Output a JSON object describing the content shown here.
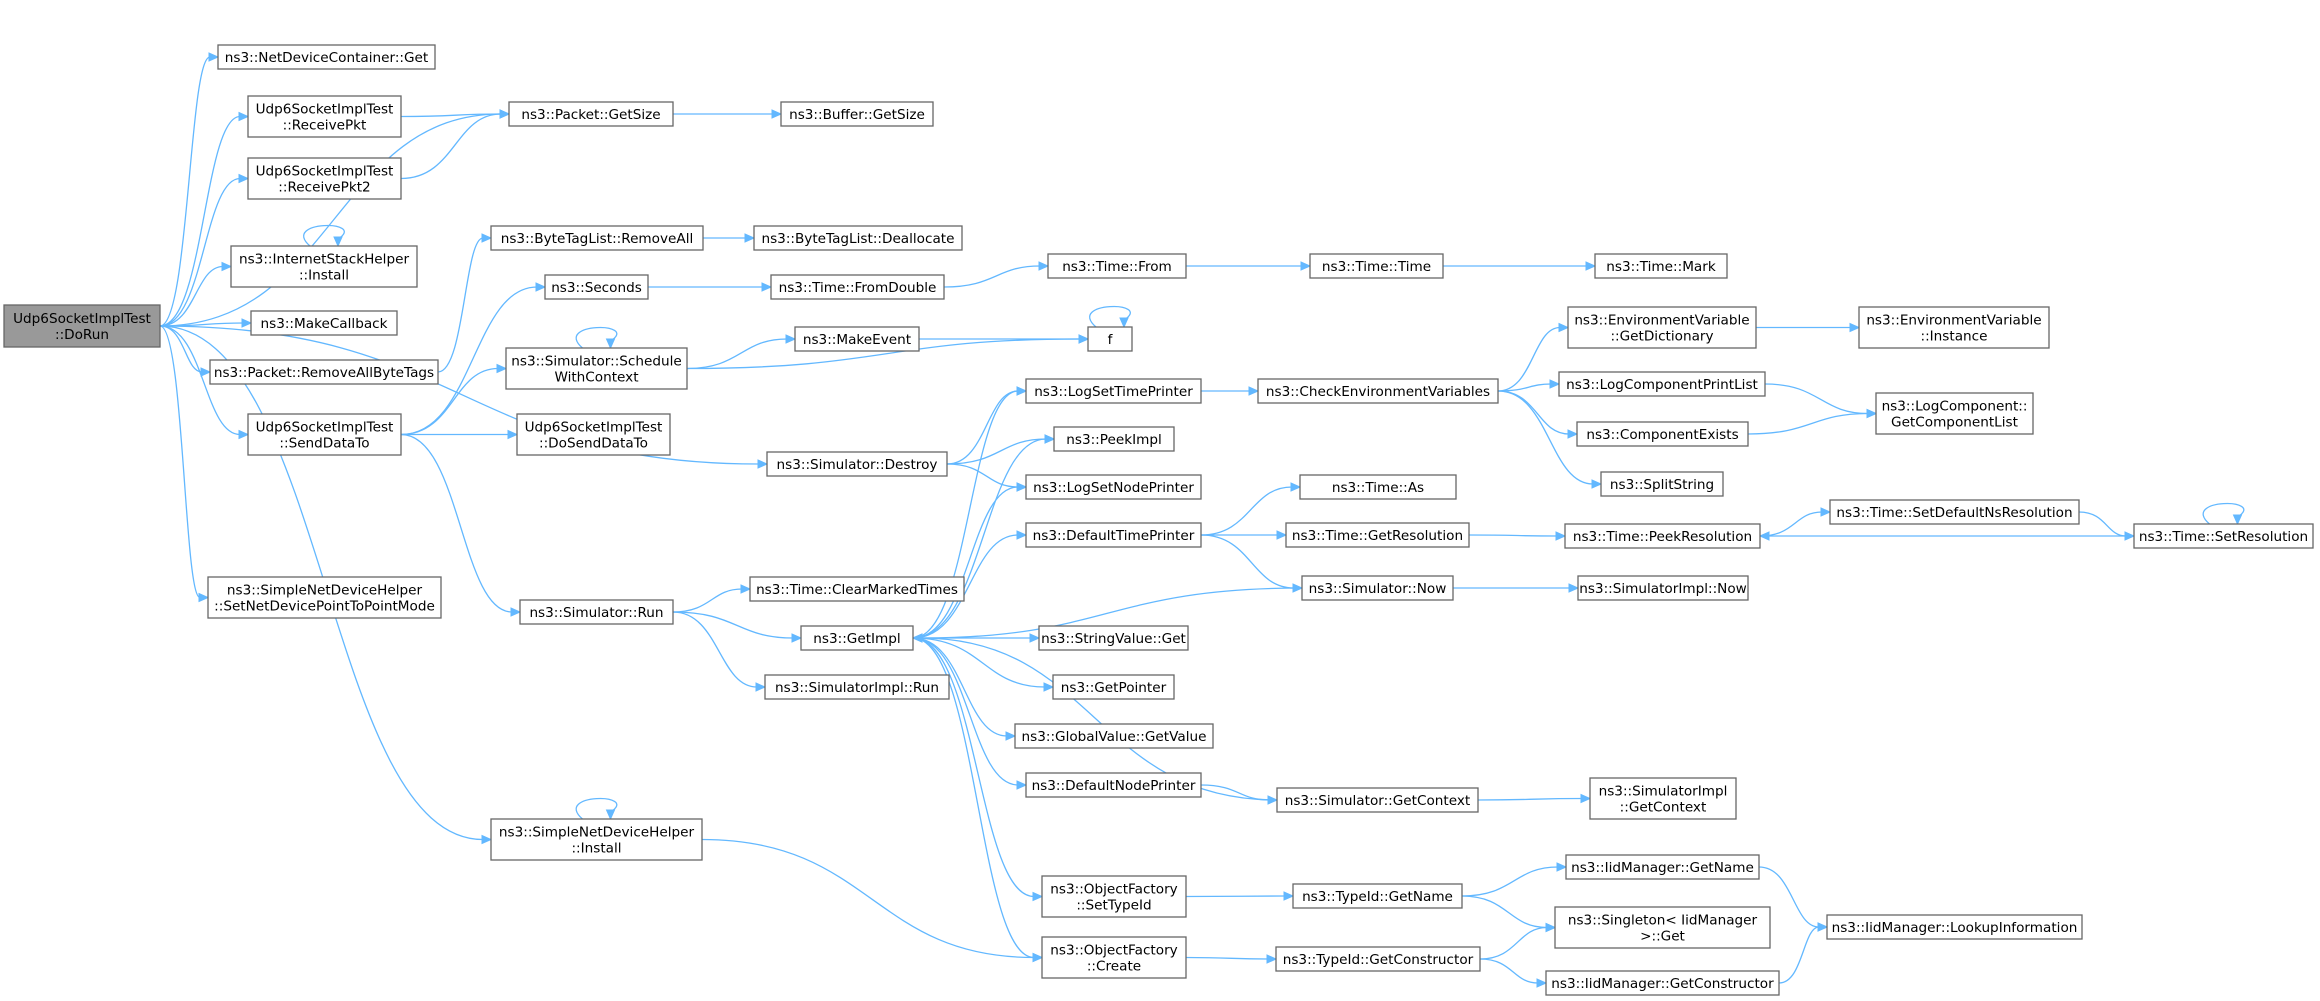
{
  "nodes": [
    {
      "id": "root",
      "lines": [
        "Udp6SocketImplTest",
        "::DoRun"
      ],
      "root": true
    },
    {
      "id": "ndc_get",
      "lines": [
        "ns3::NetDeviceContainer::Get"
      ]
    },
    {
      "id": "recvpkt",
      "lines": [
        "Udp6SocketImplTest",
        "::ReceivePkt"
      ]
    },
    {
      "id": "recvpkt2",
      "lines": [
        "Udp6SocketImplTest",
        "::ReceivePkt2"
      ]
    },
    {
      "id": "ish_install",
      "lines": [
        "ns3::InternetStackHelper",
        "::Install"
      ]
    },
    {
      "id": "makecb",
      "lines": [
        "ns3::MakeCallback"
      ]
    },
    {
      "id": "removeallbt",
      "lines": [
        "ns3::Packet::RemoveAllByteTags"
      ]
    },
    {
      "id": "senddatato",
      "lines": [
        "Udp6SocketImplTest",
        "::SendDataTo"
      ]
    },
    {
      "id": "sndh_setp2p",
      "lines": [
        "ns3::SimpleNetDeviceHelper",
        "::SetNetDevicePointToPointMode"
      ]
    },
    {
      "id": "pkt_getsize",
      "lines": [
        "ns3::Packet::GetSize"
      ]
    },
    {
      "id": "buf_getsize",
      "lines": [
        "ns3::Buffer::GetSize"
      ]
    },
    {
      "id": "btl_removeall",
      "lines": [
        "ns3::ByteTagList::RemoveAll"
      ]
    },
    {
      "id": "btl_dealloc",
      "lines": [
        "ns3::ByteTagList::Deallocate"
      ]
    },
    {
      "id": "seconds",
      "lines": [
        "ns3::Seconds"
      ]
    },
    {
      "id": "time_fromdouble",
      "lines": [
        "ns3::Time::FromDouble"
      ]
    },
    {
      "id": "time_from",
      "lines": [
        "ns3::Time::From"
      ]
    },
    {
      "id": "time_time",
      "lines": [
        "ns3::Time::Time"
      ]
    },
    {
      "id": "time_mark",
      "lines": [
        "ns3::Time::Mark"
      ]
    },
    {
      "id": "sim_swc",
      "lines": [
        "ns3::Simulator::Schedule",
        "WithContext"
      ]
    },
    {
      "id": "makeevent",
      "lines": [
        "ns3::MakeEvent"
      ]
    },
    {
      "id": "f",
      "lines": [
        "f"
      ]
    },
    {
      "id": "dosenddatato",
      "lines": [
        "Udp6SocketImplTest",
        "::DoSendDataTo"
      ]
    },
    {
      "id": "sim_destroy",
      "lines": [
        "ns3::Simulator::Destroy"
      ]
    },
    {
      "id": "sim_run",
      "lines": [
        "ns3::Simulator::Run"
      ]
    },
    {
      "id": "sndh_install",
      "lines": [
        "ns3::SimpleNetDeviceHelper",
        "::Install"
      ]
    },
    {
      "id": "logsettimeprinter",
      "lines": [
        "ns3::LogSetTimePrinter"
      ]
    },
    {
      "id": "peekimpl",
      "lines": [
        "ns3::PeekImpl"
      ]
    },
    {
      "id": "logsetnodeprinter",
      "lines": [
        "ns3::LogSetNodePrinter"
      ]
    },
    {
      "id": "defaulttimeprinter",
      "lines": [
        "ns3::DefaultTimePrinter"
      ]
    },
    {
      "id": "time_clearmarked",
      "lines": [
        "ns3::Time::ClearMarkedTimes"
      ]
    },
    {
      "id": "getimpl",
      "lines": [
        "ns3::GetImpl"
      ]
    },
    {
      "id": "simimpl_run",
      "lines": [
        "ns3::SimulatorImpl::Run"
      ]
    },
    {
      "id": "stringvalue_get",
      "lines": [
        "ns3::StringValue::Get"
      ]
    },
    {
      "id": "getpointer",
      "lines": [
        "ns3::GetPointer"
      ]
    },
    {
      "id": "globalvalue_getvalue",
      "lines": [
        "ns3::GlobalValue::GetValue"
      ]
    },
    {
      "id": "defaultnodeprinter",
      "lines": [
        "ns3::DefaultNodePrinter"
      ]
    },
    {
      "id": "of_settypeid",
      "lines": [
        "ns3::ObjectFactory",
        "::SetTypeId"
      ]
    },
    {
      "id": "of_create",
      "lines": [
        "ns3::ObjectFactory",
        "::Create"
      ]
    },
    {
      "id": "checkenv",
      "lines": [
        "ns3::CheckEnvironmentVariables"
      ]
    },
    {
      "id": "time_as",
      "lines": [
        "ns3::Time::As"
      ]
    },
    {
      "id": "time_getres",
      "lines": [
        "ns3::Time::GetResolution"
      ]
    },
    {
      "id": "sim_now",
      "lines": [
        "ns3::Simulator::Now"
      ]
    },
    {
      "id": "sim_getcontext",
      "lines": [
        "ns3::Simulator::GetContext"
      ]
    },
    {
      "id": "typeid_getname",
      "lines": [
        "ns3::TypeId::GetName"
      ]
    },
    {
      "id": "typeid_getctor",
      "lines": [
        "ns3::TypeId::GetConstructor"
      ]
    },
    {
      "id": "envvar_getdict",
      "lines": [
        "ns3::EnvironmentVariable",
        "::GetDictionary"
      ]
    },
    {
      "id": "logcompprintlist",
      "lines": [
        "ns3::LogComponentPrintList"
      ]
    },
    {
      "id": "compexists",
      "lines": [
        "ns3::ComponentExists"
      ]
    },
    {
      "id": "splitstring",
      "lines": [
        "ns3::SplitString"
      ]
    },
    {
      "id": "time_peekres",
      "lines": [
        "ns3::Time::PeekResolution"
      ]
    },
    {
      "id": "simimpl_now",
      "lines": [
        "ns3::SimulatorImpl::Now"
      ]
    },
    {
      "id": "simimpl_getcontext",
      "lines": [
        "ns3::SimulatorImpl",
        "::GetContext"
      ]
    },
    {
      "id": "iidm_getname",
      "lines": [
        "ns3::IidManager::GetName"
      ]
    },
    {
      "id": "singleton_get",
      "lines": [
        "ns3::Singleton< IidManager",
        " >::Get"
      ]
    },
    {
      "id": "iidm_getctor",
      "lines": [
        "ns3::IidManager::GetConstructor"
      ]
    },
    {
      "id": "envvar_instance",
      "lines": [
        "ns3::EnvironmentVariable",
        "::Instance"
      ]
    },
    {
      "id": "logcomp_getlist",
      "lines": [
        "ns3::LogComponent::",
        "GetComponentList"
      ]
    },
    {
      "id": "time_setdefaultns",
      "lines": [
        "ns3::Time::SetDefaultNsResolution"
      ]
    },
    {
      "id": "time_setres",
      "lines": [
        "ns3::Time::SetResolution"
      ]
    },
    {
      "id": "iidm_lookup",
      "lines": [
        "ns3::IidManager::LookupInformation"
      ]
    }
  ],
  "edges": [
    [
      "root",
      "ndc_get"
    ],
    [
      "root",
      "recvpkt"
    ],
    [
      "root",
      "recvpkt2"
    ],
    [
      "root",
      "ish_install"
    ],
    [
      "root",
      "makecb"
    ],
    [
      "root",
      "removeallbt"
    ],
    [
      "root",
      "senddatato"
    ],
    [
      "root",
      "sndh_setp2p"
    ],
    [
      "root",
      "pkt_getsize"
    ],
    [
      "root",
      "sim_destroy"
    ],
    [
      "root",
      "sndh_install"
    ],
    [
      "recvpkt",
      "pkt_getsize"
    ],
    [
      "recvpkt2",
      "pkt_getsize"
    ],
    [
      "pkt_getsize",
      "buf_getsize"
    ],
    [
      "ish_install",
      "ish_install"
    ],
    [
      "removeallbt",
      "btl_removeall"
    ],
    [
      "btl_removeall",
      "btl_dealloc"
    ],
    [
      "senddatato",
      "seconds"
    ],
    [
      "senddatato",
      "sim_swc"
    ],
    [
      "senddatato",
      "dosenddatato"
    ],
    [
      "senddatato",
      "sim_run"
    ],
    [
      "seconds",
      "time_fromdouble"
    ],
    [
      "time_fromdouble",
      "time_from"
    ],
    [
      "time_from",
      "time_time"
    ],
    [
      "time_time",
      "time_mark"
    ],
    [
      "sim_swc",
      "sim_swc"
    ],
    [
      "sim_swc",
      "makeevent"
    ],
    [
      "sim_swc",
      "f"
    ],
    [
      "makeevent",
      "f"
    ],
    [
      "f",
      "f"
    ],
    [
      "sim_destroy",
      "logsettimeprinter"
    ],
    [
      "sim_destroy",
      "peekimpl"
    ],
    [
      "sim_destroy",
      "logsetnodeprinter"
    ],
    [
      "sim_run",
      "time_clearmarked"
    ],
    [
      "sim_run",
      "getimpl"
    ],
    [
      "sim_run",
      "simimpl_run"
    ],
    [
      "sndh_install",
      "sndh_install"
    ],
    [
      "sndh_install",
      "of_create"
    ],
    [
      "getimpl",
      "logsettimeprinter"
    ],
    [
      "getimpl",
      "peekimpl"
    ],
    [
      "getimpl",
      "logsetnodeprinter"
    ],
    [
      "getimpl",
      "defaulttimeprinter"
    ],
    [
      "getimpl",
      "stringvalue_get"
    ],
    [
      "getimpl",
      "getpointer"
    ],
    [
      "getimpl",
      "globalvalue_getvalue"
    ],
    [
      "getimpl",
      "defaultnodeprinter"
    ],
    [
      "getimpl",
      "of_settypeid"
    ],
    [
      "getimpl",
      "of_create"
    ],
    [
      "logsettimeprinter",
      "checkenv"
    ],
    [
      "checkenv",
      "envvar_getdict"
    ],
    [
      "checkenv",
      "logcompprintlist"
    ],
    [
      "checkenv",
      "compexists"
    ],
    [
      "checkenv",
      "splitstring"
    ],
    [
      "envvar_getdict",
      "envvar_instance"
    ],
    [
      "logcompprintlist",
      "logcomp_getlist"
    ],
    [
      "compexists",
      "logcomp_getlist"
    ],
    [
      "defaulttimeprinter",
      "time_as"
    ],
    [
      "defaulttimeprinter",
      "time_getres"
    ],
    [
      "defaulttimeprinter",
      "sim_now"
    ],
    [
      "time_getres",
      "time_peekres"
    ],
    [
      "time_peekres",
      "time_setdefaultns"
    ],
    [
      "time_setdefaultns",
      "time_setres"
    ],
    [
      "time_setres",
      "time_peekres"
    ],
    [
      "time_setres",
      "time_setres"
    ],
    [
      "sim_now",
      "getimpl"
    ],
    [
      "sim_now",
      "simimpl_now"
    ],
    [
      "defaultnodeprinter",
      "sim_getcontext"
    ],
    [
      "sim_getcontext",
      "getimpl"
    ],
    [
      "sim_getcontext",
      "simimpl_getcontext"
    ],
    [
      "of_settypeid",
      "typeid_getname"
    ],
    [
      "typeid_getname",
      "iidm_getname"
    ],
    [
      "typeid_getname",
      "singleton_get"
    ],
    [
      "iidm_getname",
      "iidm_lookup"
    ],
    [
      "of_create",
      "typeid_getctor"
    ],
    [
      "typeid_getctor",
      "singleton_get"
    ],
    [
      "typeid_getctor",
      "iidm_getctor"
    ],
    [
      "iidm_getctor",
      "iidm_lookup"
    ]
  ]
}
